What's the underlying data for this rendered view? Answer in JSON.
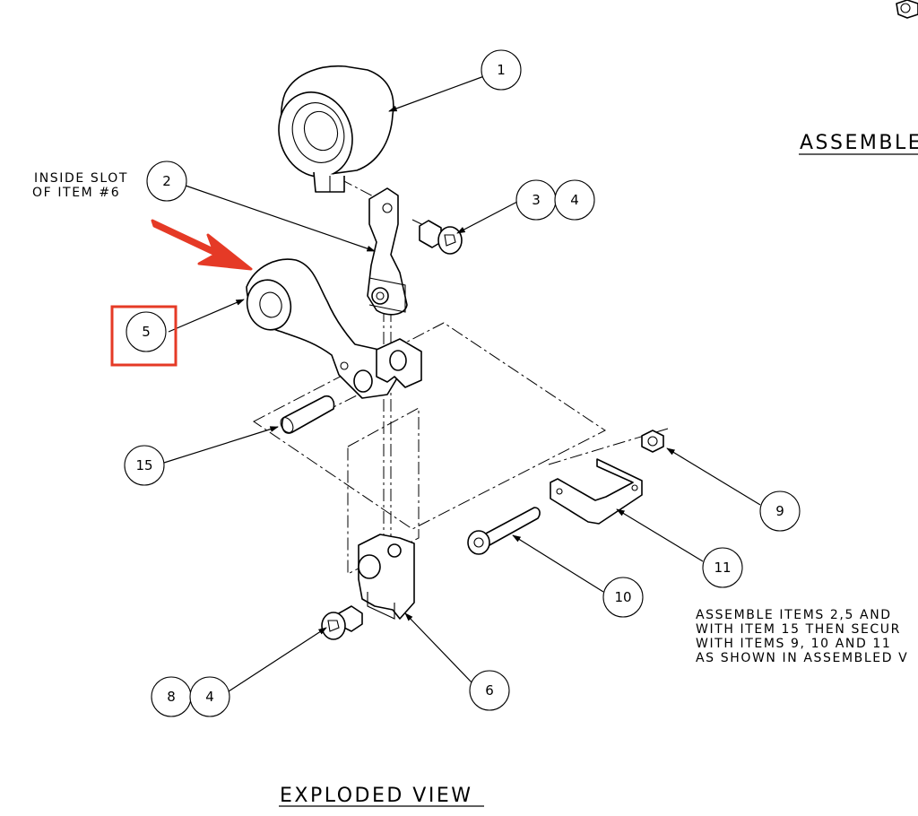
{
  "title_exploded": "EXPLODED VIEW",
  "title_assembled": "ASSEMBLE",
  "note_inside_slot": [
    "INSIDE SLOT",
    "OF ITEM #6"
  ],
  "note_assembly": [
    "ASSEMBLE ITEMS 2,5 AND",
    "WITH ITEM 15 THEN SECUR",
    "WITH ITEMS 9, 10 AND 11",
    "AS SHOWN IN ASSEMBLED V"
  ],
  "callouts": [
    "1",
    "2",
    "3",
    "4",
    "5",
    "15",
    "9",
    "11",
    "10",
    "6",
    "8",
    "4"
  ],
  "highlight": {
    "color": "#e53a26",
    "target": "5"
  }
}
